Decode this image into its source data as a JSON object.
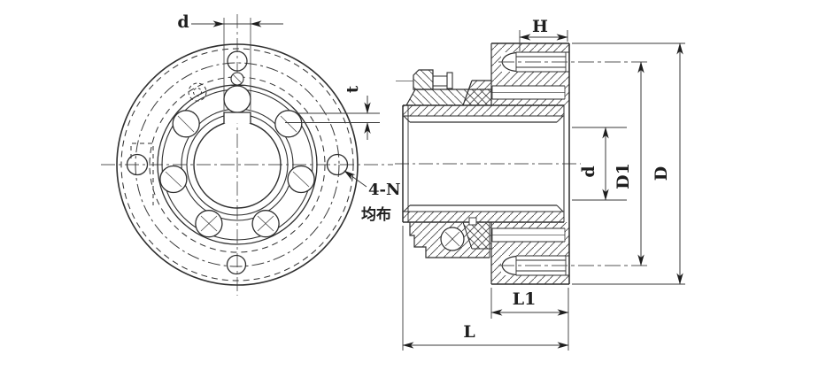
{
  "drawing": {
    "kind": "mechanical engineering section drawing, two views of a drum gear coupling",
    "colors": {
      "line": "#2e2e2e",
      "thin_line": "#4a4a4a",
      "background": "#ffffff"
    },
    "labels": {
      "front_d": "d",
      "front_t": "t",
      "hole_note_line1": "4-N",
      "hole_note_line2": "均布",
      "H": "H",
      "bore_d": "d",
      "D1": "D1",
      "D": "D",
      "L1": "L1",
      "L": "L"
    }
  }
}
